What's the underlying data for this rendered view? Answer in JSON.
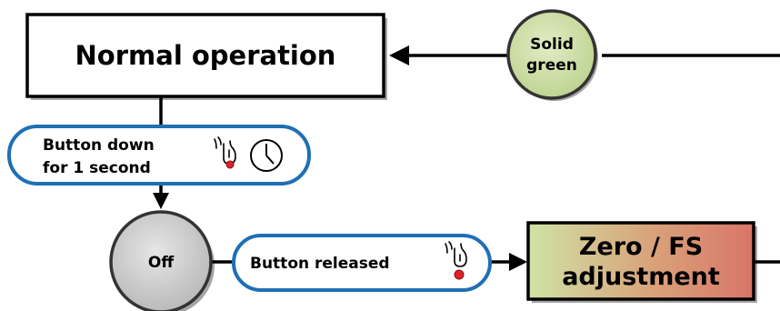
{
  "nodes": {
    "normal_operation": "Normal operation",
    "solid_green": [
      "Solid",
      "green"
    ],
    "off": "Off",
    "zero_fs": [
      "Zero / FS",
      "adjustment"
    ]
  },
  "transitions": {
    "button_down": [
      "Button down",
      "for 1 second"
    ],
    "button_released": "Button released"
  },
  "colors": {
    "pill_border": "#1f6fb5",
    "green_led": "#c9dc9f",
    "off_gray": "#c8c8c8",
    "press_dot": "#e0202a",
    "gradient_left": "#cfe3a6",
    "gradient_right": "#d97568"
  }
}
